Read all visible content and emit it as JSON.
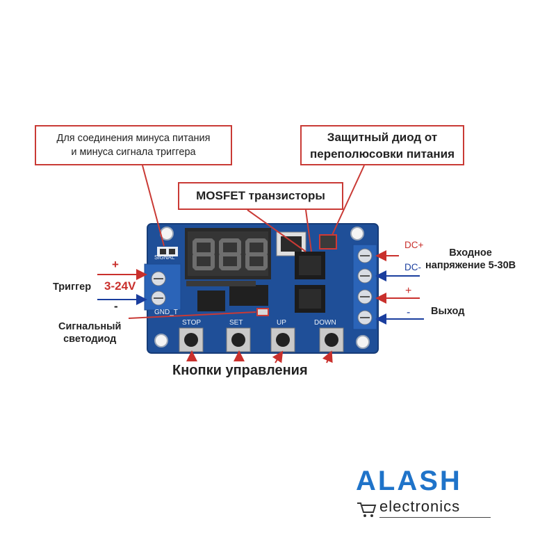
{
  "callouts": {
    "gnd_note": [
      "Для соединения минуса питания",
      "и минуса сигнала триггера"
    ],
    "diode": [
      "Защитный диод от",
      "переполюсовки питания"
    ],
    "mosfet": "MOSFET транзисторы"
  },
  "left": {
    "trigger": "Триггер",
    "voltage": "3-24V",
    "plus": "+",
    "minus": "-",
    "gnd_t": "GND_T",
    "signal": "SIGNAL"
  },
  "led": [
    "Сигнальный",
    "светодиод"
  ],
  "buttons": {
    "title": "Кнопки управления",
    "labels": [
      "STOP",
      "SET",
      "UP",
      "DOWN"
    ]
  },
  "right": {
    "dc_plus": "DC+",
    "dc_minus": "DC-",
    "input": [
      "Входное",
      "напряжение 5-30В"
    ],
    "plus": "+",
    "minus": "-",
    "output": "Выход"
  },
  "logo": {
    "name": "ALASH",
    "sub": "electronics"
  },
  "colors": {
    "pcb": "#1e4f97",
    "red": "#c9302c",
    "blue": "#1a3e9e",
    "terminal": "#2b64b8",
    "brand": "#1f73c9"
  }
}
